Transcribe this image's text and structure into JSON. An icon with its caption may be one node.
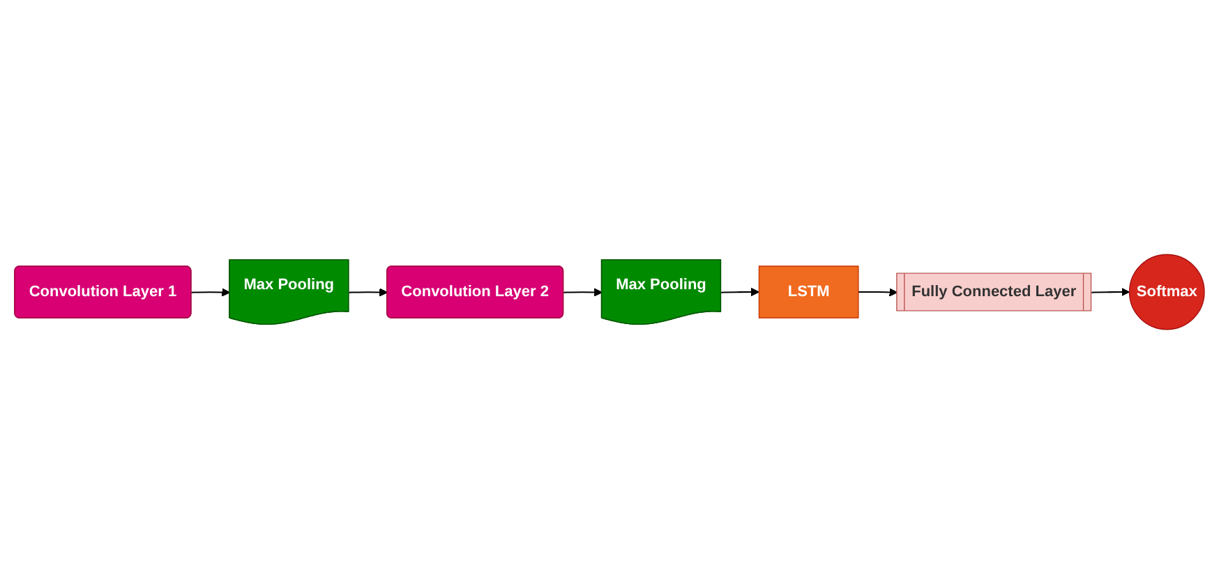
{
  "diagram": {
    "nodes": [
      {
        "text": [
          "Convolution Layer 1"
        ]
      },
      {
        "text": [
          "Max Pooling"
        ]
      },
      {
        "text": [
          "Convolution Layer 2"
        ]
      },
      {
        "text": [
          "Max Pooling"
        ]
      },
      {
        "text": [
          "LSTM"
        ]
      },
      {
        "text": [
          "Fully Connected Layer"
        ]
      },
      {
        "text": [
          "Softmax"
        ]
      }
    ],
    "edges": [
      {
        "from": 0,
        "to": 1,
        "arrow": "to"
      },
      {
        "from": 1,
        "to": 2,
        "arrow": "to"
      },
      {
        "from": 2,
        "to": 3,
        "arrow": "to"
      },
      {
        "from": 3,
        "to": 4,
        "arrow": "to"
      },
      {
        "from": 4,
        "to": 5,
        "arrow": "to"
      },
      {
        "from": 5,
        "to": 6,
        "arrow": "to"
      }
    ]
  }
}
